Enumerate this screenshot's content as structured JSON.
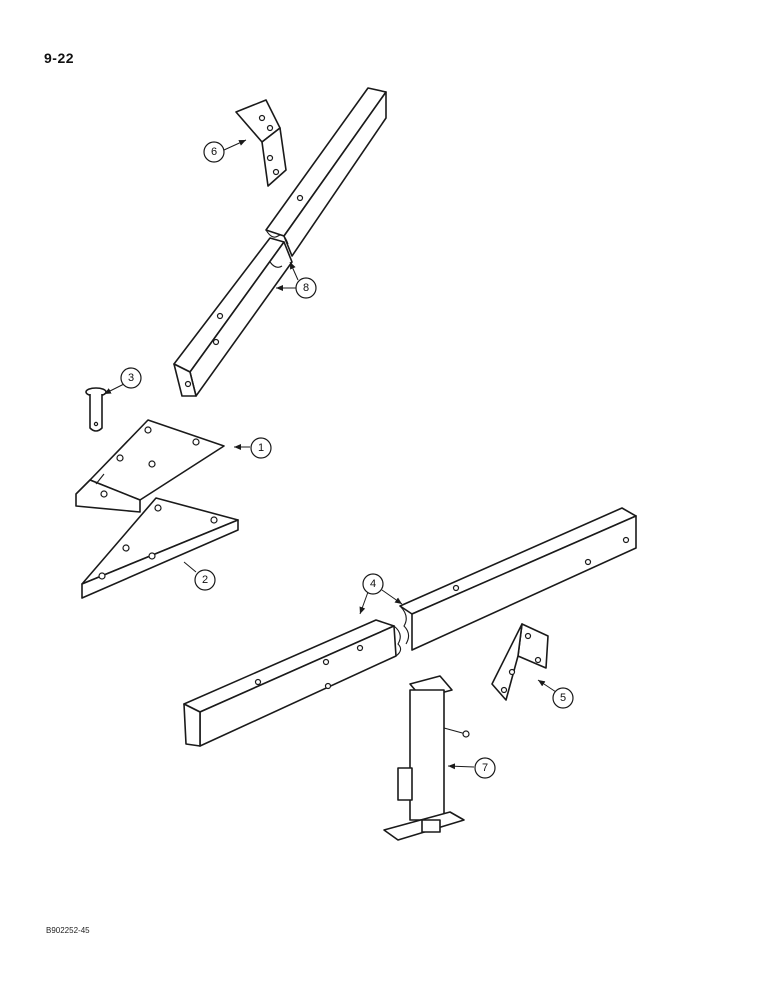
{
  "page": {
    "number": "9-22",
    "code": "B902252-45"
  },
  "callouts": [
    "1",
    "2",
    "3",
    "4",
    "5",
    "6",
    "7",
    "8"
  ]
}
